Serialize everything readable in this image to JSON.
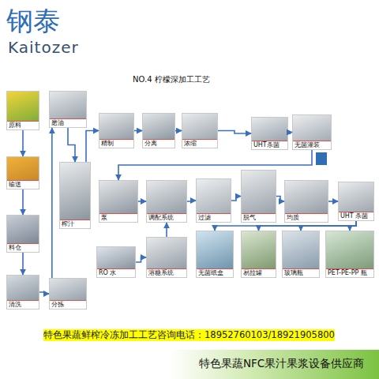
{
  "diagram": {
    "title": "NO.4 柠檬深加工工艺",
    "nodes": [
      {
        "text": [
          "原料"
        ]
      },
      {
        "text": [
          "输送"
        ]
      },
      {
        "text": [
          "料仓"
        ]
      },
      {
        "text": [
          "清洗"
        ]
      },
      {
        "text": [
          "磨油"
        ]
      },
      {
        "text": [
          "榨汁"
        ]
      },
      {
        "text": [
          "分拣"
        ]
      },
      {
        "text": [
          "精制"
        ]
      },
      {
        "text": [
          "分离"
        ]
      },
      {
        "text": [
          "浓缩"
        ]
      },
      {
        "text": [
          "UHT杀菌"
        ]
      },
      {
        "text": [
          "无菌灌装"
        ]
      },
      {
        "text": [
          "泵"
        ]
      },
      {
        "text": [
          "调配系统"
        ]
      },
      {
        "text": [
          "过滤"
        ]
      },
      {
        "text": [
          "脱气"
        ]
      },
      {
        "text": [
          "均质"
        ]
      },
      {
        "text": [
          "UHT 杀菌"
        ]
      },
      {
        "text": [
          "RO 水"
        ]
      },
      {
        "text": [
          "溶糖系统"
        ]
      },
      {
        "text": [
          "无菌纸盒"
        ]
      },
      {
        "text": [
          "易拉罐"
        ]
      },
      {
        "text": [
          "玻璃瓶"
        ]
      },
      {
        "text": [
          "PET-PE-PP 瓶"
        ]
      }
    ],
    "edges": [
      {
        "from": 0,
        "to": 1,
        "arrow": "to"
      },
      {
        "from": 1,
        "to": 2,
        "arrow": "to"
      },
      {
        "from": 2,
        "to": 3,
        "arrow": "to"
      },
      {
        "from": 3,
        "to": 6,
        "arrow": "to"
      },
      {
        "from": 6,
        "to": 4,
        "arrow": "to"
      },
      {
        "from": 4,
        "to": 5,
        "arrow": "to"
      },
      {
        "from": 5,
        "to": 7,
        "arrow": "to"
      },
      {
        "from": 7,
        "to": 8,
        "arrow": "to"
      },
      {
        "from": 8,
        "to": 9,
        "arrow": "to"
      },
      {
        "from": 9,
        "to": 10,
        "arrow": "to"
      },
      {
        "from": 10,
        "to": 11,
        "arrow": "to"
      },
      {
        "from": 11,
        "to": 12,
        "arrow": "to"
      },
      {
        "from": 12,
        "to": 13,
        "arrow": "to"
      },
      {
        "from": 13,
        "to": 14,
        "arrow": "to"
      },
      {
        "from": 14,
        "to": 15,
        "arrow": "to"
      },
      {
        "from": 15,
        "to": 16,
        "arrow": "to"
      },
      {
        "from": 16,
        "to": 17,
        "arrow": "to"
      },
      {
        "from": 18,
        "to": 19,
        "arrow": "to"
      },
      {
        "from": 19,
        "to": 13,
        "arrow": "to"
      },
      {
        "from": 17,
        "to": 20,
        "arrow": "to"
      },
      {
        "from": 17,
        "to": 21,
        "arrow": "to"
      },
      {
        "from": 17,
        "to": 22,
        "arrow": "to"
      },
      {
        "from": 17,
        "to": 23,
        "arrow": "to"
      }
    ],
    "labels": [
      "钢泰",
      "Kaitozer",
      "特色果蔬鲜榨冷冻加工工艺咨询电话：18952760103/18921905800",
      "特色果蔬NFC果汁果浆设备供应商"
    ]
  }
}
